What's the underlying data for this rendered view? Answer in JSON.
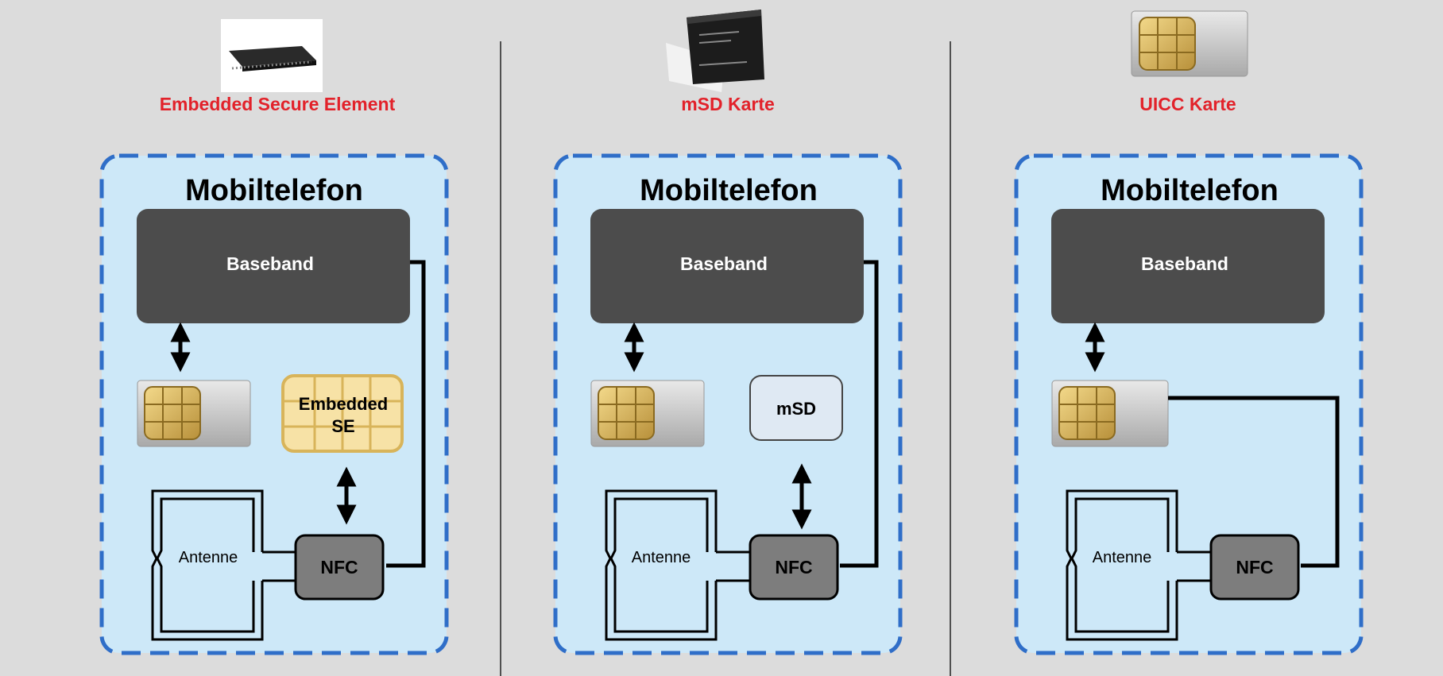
{
  "colors": {
    "background": "#dcdcdc",
    "phone_fill": "#cde8f8",
    "phone_border": "#2f6ec8",
    "title_red": "#e2222a",
    "baseband_fill": "#4c4c4c",
    "nfc_fill": "#7d7d7d",
    "embedded_se_fill": "#f7e2a6",
    "msd_fill": "#dfe9f3"
  },
  "panels": [
    {
      "title": "Embedded Secure Element",
      "picture": "chip-ic-icon",
      "phone_label": "Mobiltelefon",
      "baseband_label": "Baseband",
      "secure_element_label_line1": "Embedded",
      "secure_element_label_line2": "SE",
      "antenna_label": "Antenne",
      "nfc_label": "NFC"
    },
    {
      "title": "mSD Karte",
      "picture": "microsd-card-icon",
      "phone_label": "Mobiltelefon",
      "baseband_label": "Baseband",
      "secure_element_label_line1": "mSD",
      "antenna_label": "Antenne",
      "nfc_label": "NFC"
    },
    {
      "title": "UICC Karte",
      "picture": "uicc-card-icon",
      "phone_label": "Mobiltelefon",
      "baseband_label": "Baseband",
      "antenna_label": "Antenne",
      "nfc_label": "NFC"
    }
  ]
}
